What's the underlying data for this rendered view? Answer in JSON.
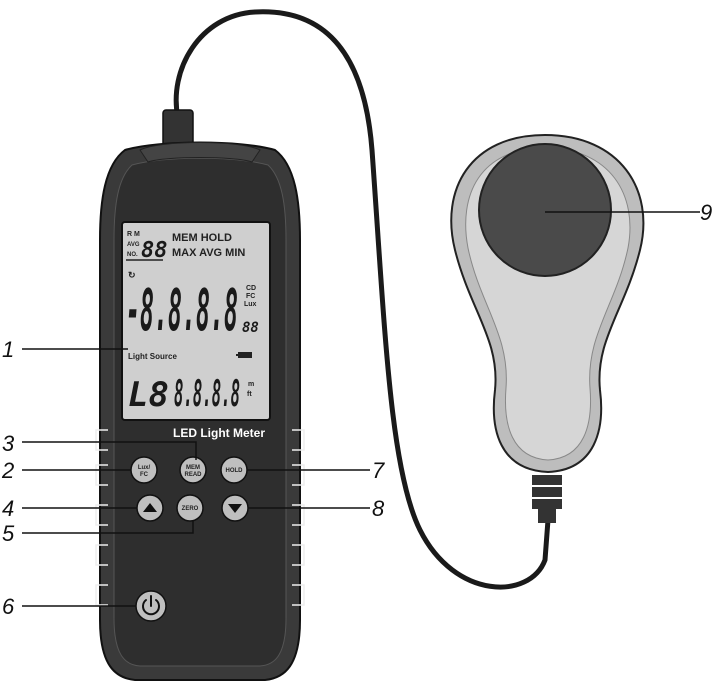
{
  "callouts": [
    "1",
    "2",
    "3",
    "4",
    "5",
    "6",
    "7",
    "8",
    "9"
  ],
  "lcd": {
    "rm_tag": "R M",
    "avg_tag": "AVG",
    "no_tag": "NO.",
    "small_digits": "88",
    "row1_labels": "MEM HOLD",
    "row2_labels": "MAX AVG MIN",
    "main_digits": "-8.8.8.8",
    "unit_cd": "CD",
    "unit_fc": "FC",
    "unit_lux": "Lux",
    "side_digits": "88",
    "light_source_label": "Light Source",
    "lower_prefix": "L8",
    "lower_digits": "8.8.8.8",
    "unit_m": "m",
    "unit_ft": "ft"
  },
  "device_label": "LED Light Meter",
  "buttons": {
    "luxfc": "Lux/FC",
    "mem_read": "MEM READ",
    "hold": "HOLD",
    "zero": "ZERO"
  },
  "icons": [
    "power-icon",
    "up-arrow-icon",
    "down-arrow-icon",
    "battery-icon",
    "auto-off-icon"
  ],
  "colors": {
    "body": "#3a3a3a",
    "body_dark": "#2a2a2a",
    "lcd": "#cfcfcf",
    "sensor_housing": "#bdbdbd",
    "sensor_dome": "#4a4a4a",
    "button": "#bfbfbf"
  }
}
